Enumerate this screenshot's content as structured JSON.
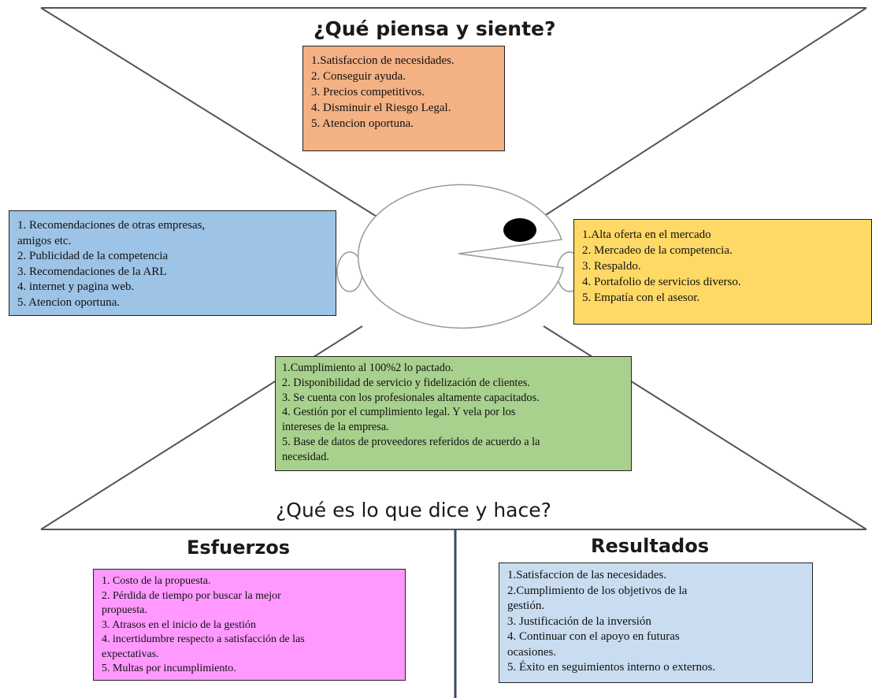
{
  "headings": {
    "think_feel": "¿Qué piensa y siente?",
    "say_do": "¿Qué es lo que dice y hace?",
    "pains": "Esfuerzos",
    "gains": "Resultados"
  },
  "boxes": {
    "think_feel": {
      "color": "#f4b183",
      "lines": [
        "1.Satisfaccion de necesidades.",
        "2. Conseguir ayuda.",
        "3. Precios competitivos.",
        "4. Disminuir el Riesgo Legal.",
        "5. Atencion oportuna."
      ]
    },
    "hear": {
      "color": "#9dc3e6",
      "lines": [
        "1. Recomendaciones  de otras empresas,",
        "amigos etc.",
        "2. Publicidad de la competencia",
        "3. Recomendaciones  de la ARL",
        "4.  internet y pagina web.",
        "5. Atencion oportuna."
      ]
    },
    "see": {
      "color": "#ffd966",
      "lines": [
        "1.Alta oferta en el mercado",
        "2. Mercadeo  de la competencia.",
        "3. Respaldo.",
        "4. Portafolio de servicios diverso.",
        "5. Empatía con el asesor."
      ]
    },
    "say_do": {
      "color": "#a9d18e",
      "lines": [
        "1.Cumplimiento al 100%2 lo pactado.",
        "2. Disponibilidad de servicio y fidelización de clientes.",
        "3. Se cuenta con los profesionales altamente capacitados.",
        "4. Gestión por el cumplimiento legal. Y vela por los",
        "intereses de la empresa.",
        "5. Base de datos de proveedores referidos de acuerdo a la",
        "necesidad."
      ]
    },
    "pains": {
      "color": "#ff99ff",
      "lines": [
        "1. Costo de la propuesta.",
        "2. Pérdida de tiempo por buscar la mejor",
        "propuesta.",
        "3. Atrasos en el inicio de la gestión",
        "4. incertidumbre respecto a satisfacción de las",
        "expectativas.",
        "5. Multas por incumplimiento."
      ]
    },
    "gains": {
      "color": "#c9dcf0",
      "lines": [
        "1.Satisfaccion de las necesidades.",
        "2.Cumplimiento de los objetivos de la",
        "gestión.",
        "3. Justificación de la inversión",
        "4. Continuar con el apoyo en futuras",
        "ocasiones.",
        "5. Éxito en seguimientos interno o externos."
      ]
    }
  }
}
